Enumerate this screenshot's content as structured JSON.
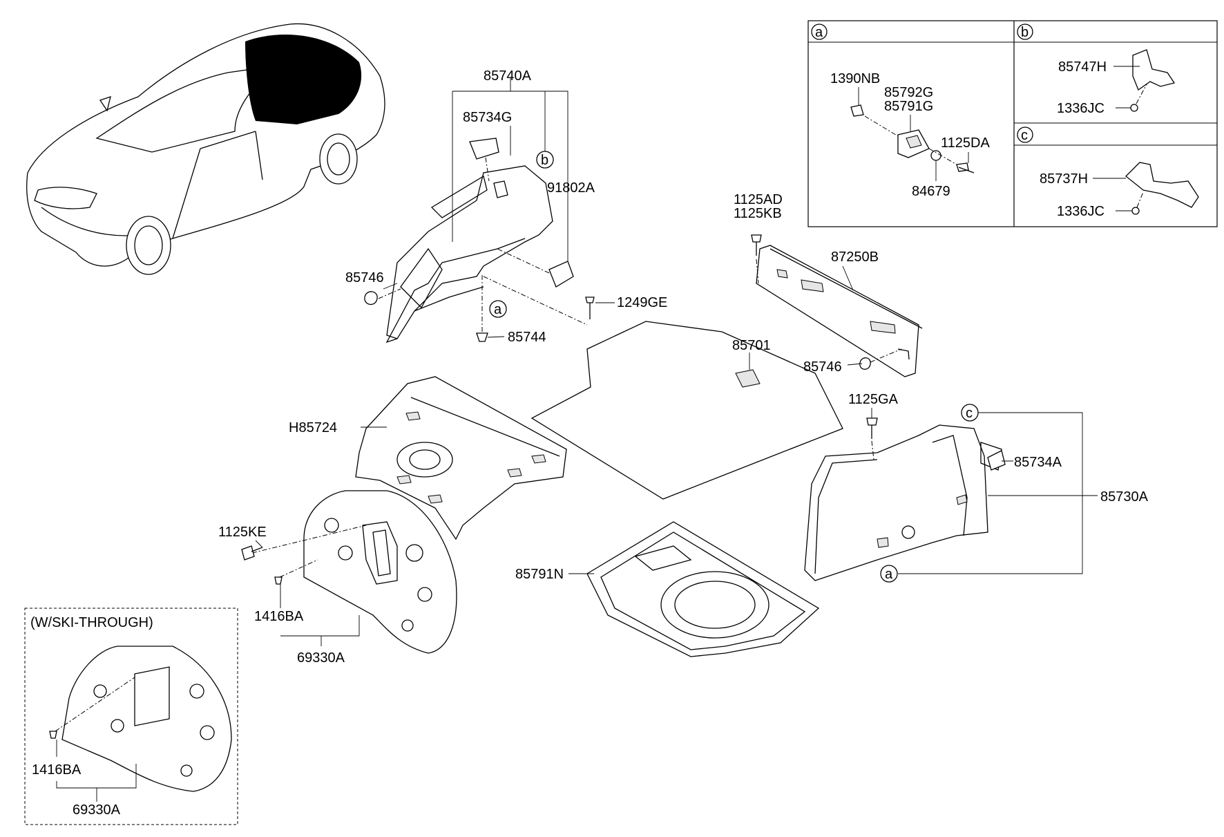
{
  "labels": {
    "p85740A": "85740A",
    "p85734G": "85734G",
    "p91802A": "91802A",
    "p85746_left": "85746",
    "p1249GE": "1249GE",
    "p85744": "85744",
    "p85701": "85701",
    "pH85724": "H85724",
    "p1125KE": "1125KE",
    "p1416BA_main": "1416BA",
    "p69330A_main": "69330A",
    "p85791N": "85791N",
    "p1125AD": "1125AD",
    "p1125KB": "1125KB",
    "p87250B": "87250B",
    "p85746_right": "85746",
    "p1125GA": "1125GA",
    "p85734A": "85734A",
    "p85730A": "85730A",
    "p1416BA_ski": "1416BA",
    "p69330A_ski": "69330A"
  },
  "callouts": {
    "a": "a",
    "b": "b",
    "c": "c"
  },
  "ski_box": {
    "title": "(W/SKI-THROUGH)"
  },
  "detail_box": {
    "a": {
      "letter": "a",
      "p1390NB": "1390NB",
      "p85792G": "85792G",
      "p85791G": "85791G",
      "p1125DA": "1125DA",
      "p84679": "84679"
    },
    "b": {
      "letter": "b",
      "p85747H": "85747H",
      "p1336JC": "1336JC"
    },
    "c": {
      "letter": "c",
      "p85737H": "85737H",
      "p1336JC": "1336JC"
    }
  }
}
